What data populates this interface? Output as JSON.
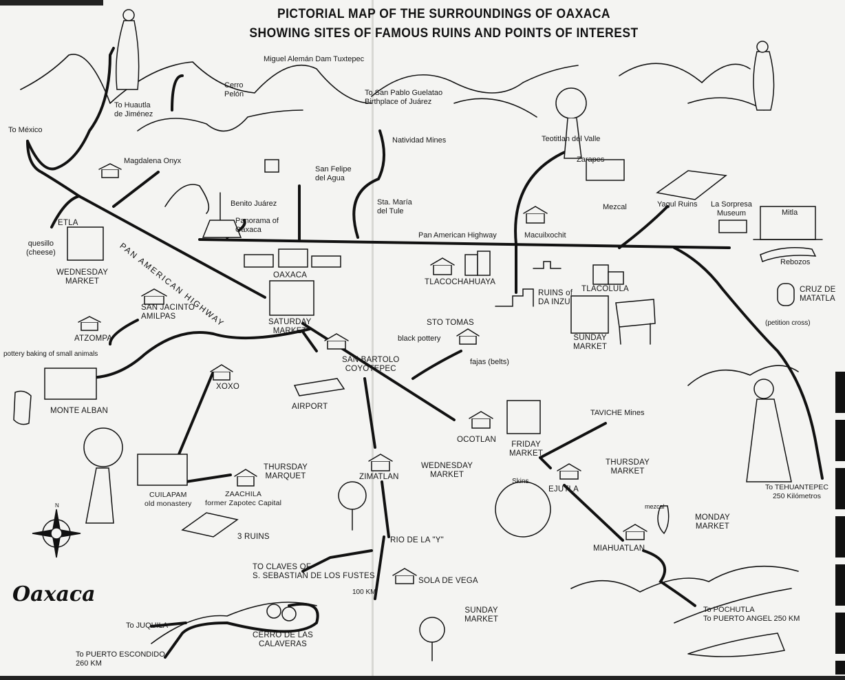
{
  "title": {
    "line1": "PICTORIAL MAP OF THE SURROUNDINGS OF OAXACA",
    "line2": "SHOWING SITES OF FAMOUS RUINS AND POINTS OF INTEREST"
  },
  "logo": "Oaxaca",
  "compass": {
    "north": "N"
  },
  "highway_label": "PAN AMERICAN HIGHWAY",
  "labels": {
    "dam": "Miguel Alemán Dam Tuxtepec",
    "cerro_pelon": "Cerro\nPelón",
    "huautla": "To Huautla\nde Jiménez",
    "guelatao": "To San Pablo Guelatao\nBirthplace of Juárez",
    "mexico": "To México",
    "natividad": "Natividad Mines",
    "teotitlan": "Teotitlan del Valle",
    "zarapes": "Zarapes",
    "magdalena": "Magdalena Onyx",
    "san_felipe": "San Felipe\ndel Agua",
    "benito": "Benito Juárez",
    "panorama": "Panorama of\nOaxaca",
    "tule": "Sta. María\ndel Tule",
    "mezcal": "Mezcal",
    "yagul": "Yagul Ruins",
    "sorpresa": "La Sorpresa\nMuseum",
    "mitla": "Mitla",
    "pan_am": "Pan American Highway",
    "macuil": "Macuilxochit",
    "etla": "ETLA",
    "quesillo": "quesillo\n(cheese)",
    "etla_market": "WEDNESDAY\nMARKET",
    "oaxaca": "OAXACA",
    "rebozos": "Rebozos",
    "tlacochahuaya": "TLACOCHAHUAYA",
    "dainzu": "RUINS of\nDA INZU",
    "tlacolula": "TLACOLULA",
    "cruz": "CRUZ DE\nMATATLA",
    "san_jacinto": "SAN JACINTO\nAMILPAS",
    "saturday": "SATURDAY\nMARKET",
    "sto_tomas": "STO TOMAS",
    "petition": "(petition cross)",
    "atzompa": "ATZOMPA",
    "pottery": "pottery baking of small animals",
    "black_pottery": "black pottery",
    "fajas": "fajas (belts)",
    "san_bartolo": "SAN BARTOLO\nCOYOTEPEC",
    "tlacolula_market": "SUNDAY\nMARKET",
    "xoxo": "XOXO",
    "monte_alban": "MONTE ALBAN",
    "airport": "AIRPORT",
    "taviche": "TAVICHE Mines",
    "ocotlan": "OCOTLAN",
    "friday": "FRIDAY\nMARKET",
    "ejutla_market": "THURSDAY\nMARKET",
    "zimatlan_market": "WEDNESDAY\nMARKET",
    "zimatlan": "ZIMATLAN",
    "zaachila_market": "THURSDAY\nMARQUET",
    "skins": "Skins",
    "ejutla": "EJUTLA",
    "tehuantepec": "To TEHUANTEPEC\n250 Kilómetros",
    "cuilapam": "CUILAPAM\nold monastery",
    "zaachila": "ZAACHILA\nformer Zapotec Capital",
    "mezcal2": "mezcal",
    "monday": "MONDAY\nMARKET",
    "miahuatlan": "MIAHUATLAN",
    "ruins3": "3 RUINS",
    "rio": "RIO DE LA \"Y\"",
    "claves": "TO CLAVES OF\nS. SEBASTIAN DE LOS FUSTES",
    "sola": "SOLA DE VEGA",
    "km100": "100 KM",
    "sola_market": "SUNDAY\nMARKET",
    "pochutla": "To POCHUTLA\nTo PUERTO ANGEL 250 KM",
    "juquila": "To JUQUILA",
    "calaveras": "CERRO DE LAS\nCALAVERAS",
    "escondido": "To PUERTO ESCONDIDO\n260 KM"
  }
}
